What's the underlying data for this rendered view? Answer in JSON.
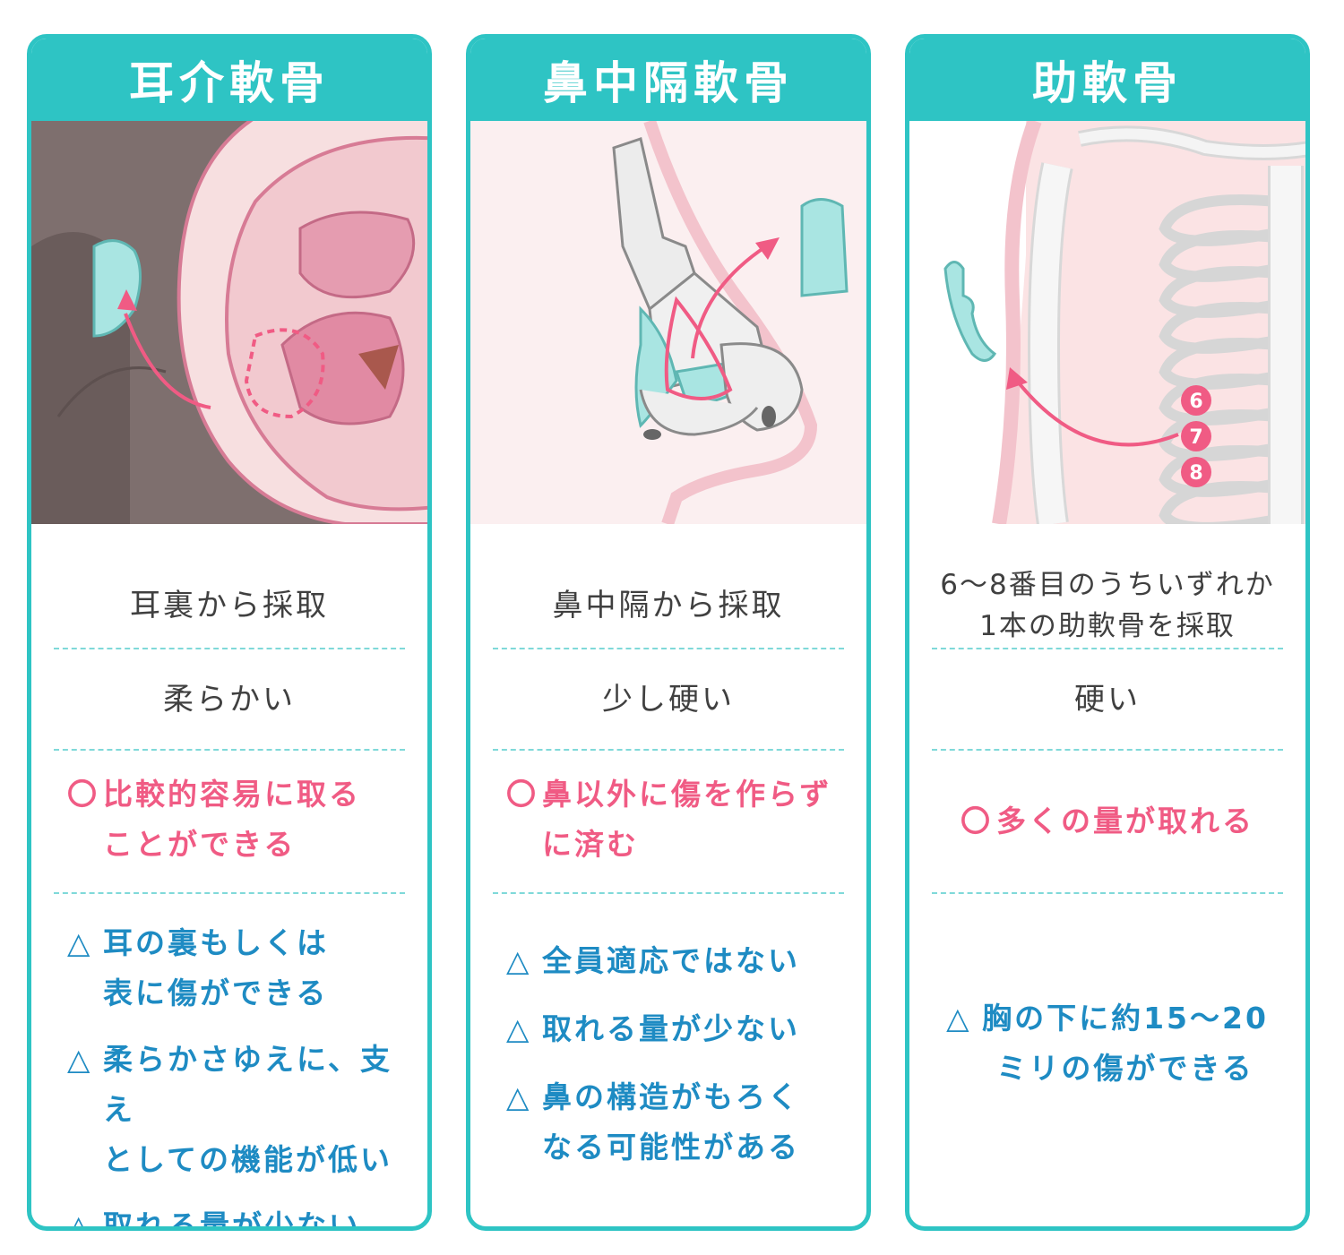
{
  "colors": {
    "teal": "#2ec4c4",
    "pink": "#f05b84",
    "blue": "#1e8bc3",
    "text": "#404040"
  },
  "cards": [
    {
      "title": "耳介軟骨",
      "source": "耳裏から採取",
      "hardness": "柔らかい",
      "pros": [
        {
          "mark": "〇",
          "lines": [
            "比較的容易に取る",
            "ことができる"
          ]
        }
      ],
      "cons": [
        {
          "mark": "△",
          "lines": [
            "耳の裏もしくは",
            "表に傷ができる"
          ]
        },
        {
          "mark": "△",
          "lines": [
            "柔らかさゆえに、支え",
            "としての機能が低い"
          ]
        },
        {
          "mark": "△",
          "lines": [
            "取れる量が少ない"
          ]
        }
      ]
    },
    {
      "title": "鼻中隔軟骨",
      "source": "鼻中隔から採取",
      "hardness": "少し硬い",
      "pros": [
        {
          "mark": "〇",
          "lines": [
            "鼻以外に傷を作らず",
            "に済む"
          ]
        }
      ],
      "cons": [
        {
          "mark": "△",
          "lines": [
            "全員適応ではない"
          ]
        },
        {
          "mark": "△",
          "lines": [
            "取れる量が少ない"
          ]
        },
        {
          "mark": "△",
          "lines": [
            "鼻の構造がもろく",
            "なる可能性がある"
          ]
        }
      ]
    },
    {
      "title": "助軟骨",
      "source_lines": [
        "6〜8番目のうちいずれか",
        "1本の助軟骨を採取"
      ],
      "hardness": "硬い",
      "pros": [
        {
          "mark": "〇",
          "lines": [
            "多くの量が取れる"
          ]
        }
      ],
      "cons": [
        {
          "mark": "△",
          "lines": [
            "胸の下に約15〜20",
            "ミリの傷ができる"
          ]
        }
      ],
      "rib_labels": [
        "6",
        "7",
        "8"
      ]
    }
  ]
}
